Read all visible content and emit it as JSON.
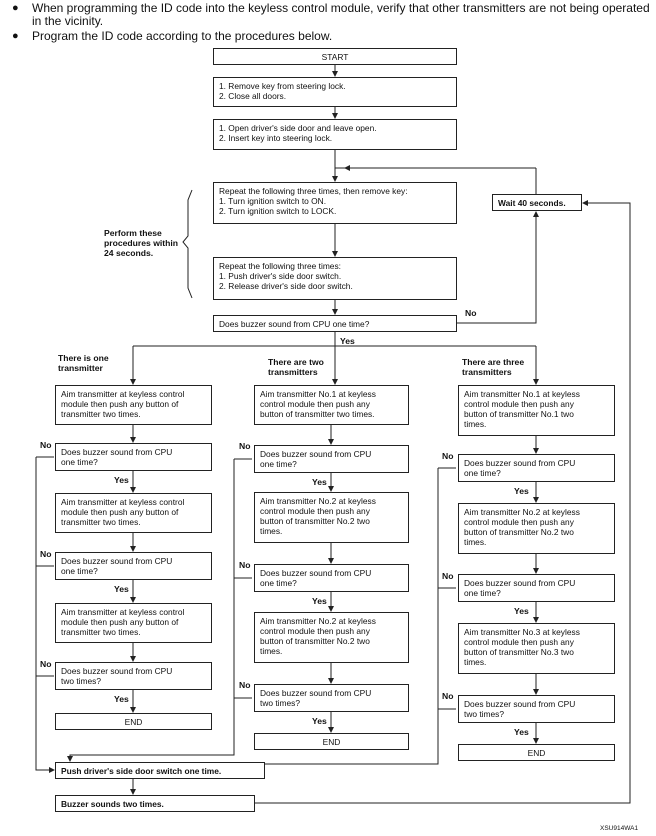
{
  "notes": [
    "When programming the ID code into the keyless control module, verify that other transmitters are not being operated in the vicinity.",
    "Program the ID code according to the procedures below."
  ],
  "flow": {
    "start": "START",
    "step_remove": "1.  Remove key from steering lock.\n2.  Close all doors.",
    "step_open": "1.  Open driver's side door and leave open.\n2.  Insert key into steering lock.",
    "repeat_ignition": "Repeat the following three times, then remove key:\n1.  Turn ignition switch to ON.\n2.  Turn ignition switch to LOCK.",
    "repeat_door": "Repeat the following three times:\n1.  Push driver's side door switch.\n2.  Release driver's side door switch.",
    "perform_note": "Perform these\nprocedures within\n24 seconds.",
    "wait": "Wait 40 seconds.",
    "buzzer_question": "Does buzzer sound from CPU one time?",
    "no": "No",
    "yes": "Yes",
    "end": "END",
    "push_final": "Push driver's side door switch one time.",
    "buzzer_final": "Buzzer sounds two times."
  },
  "columns": [
    {
      "heading": "There is one\ntransmitter",
      "aim1": "Aim transmitter at keyless control\nmodule then push any button of\ntransmitter two times.",
      "q1": "Does buzzer sound from CPU\none time?",
      "aim2": "Aim transmitter at keyless control\nmodule then push any button of\ntransmitter two times.",
      "q2": "Does buzzer sound from CPU\none time?",
      "aim3": "Aim transmitter at keyless control\nmodule then push any button of\ntransmitter two times.",
      "q3": "Does buzzer sound from CPU\ntwo times?"
    },
    {
      "heading": "There are two\ntransmitters",
      "aim1": "Aim transmitter No.1 at keyless\ncontrol module then push any\nbutton of transmitter two times.",
      "q1": "Does buzzer sound from CPU\none time?",
      "aim2": "Aim transmitter No.2 at keyless\ncontrol module then push any\nbutton of transmitter No.2 two\ntimes.",
      "q2": "Does buzzer sound from CPU\none time?",
      "aim3": "Aim transmitter No.2 at keyless\ncontrol module then push any\nbutton of transmitter No.2 two\ntimes.",
      "q3": "Does buzzer sound from CPU\ntwo times?"
    },
    {
      "heading": "There are three\ntransmitters",
      "aim1": "Aim transmitter No.1 at keyless\ncontrol module then push any\nbutton of transmitter No.1 two\ntimes.",
      "q1": "Does buzzer sound from CPU\none time?",
      "aim2": "Aim transmitter No.2 at keyless\ncontrol module then push any\nbutton of transmitter No.2 two\ntimes.",
      "q2": "Does buzzer sound from CPU\none time?",
      "aim3": "Aim transmitter No.3 at keyless\ncontrol module then push any\nbutton of transmitter No.3 two\ntimes.",
      "q3": "Does buzzer sound from CPU\ntwo times?"
    }
  ],
  "figure_code": "XSU914WA1"
}
